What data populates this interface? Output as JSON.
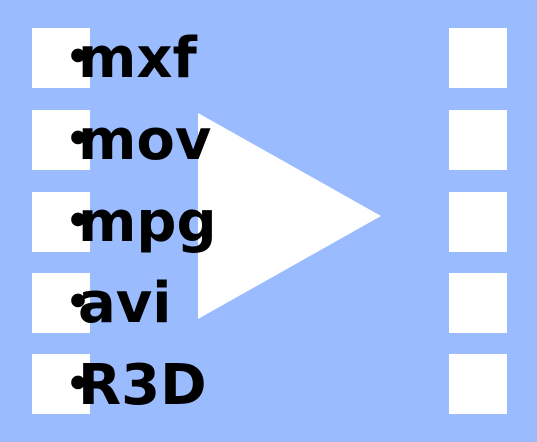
{
  "bullet": "・",
  "formats": [
    "mxf",
    "mov",
    "mpg",
    "avi",
    "R3D"
  ],
  "colors": {
    "background": "#9bbbff",
    "sprocket_holes": "#ffffff",
    "play_triangle": "#ffffff",
    "text": "#000000"
  },
  "icons": {
    "play": "play-triangle-icon"
  }
}
